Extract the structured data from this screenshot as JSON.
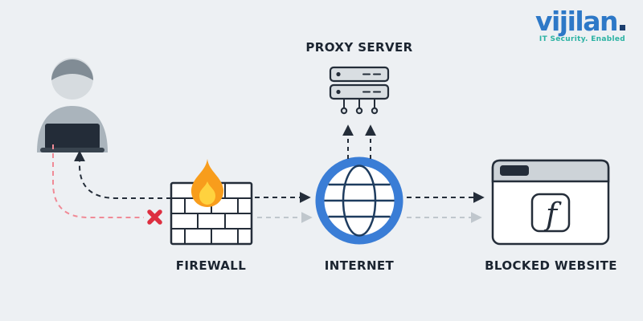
{
  "page": {
    "background": "#edf0f3"
  },
  "logo": {
    "brand": "vijilan",
    "tagline": "IT Security. Enabled"
  },
  "nodes": {
    "user": {
      "name": "user-at-laptop"
    },
    "proxy_server": {
      "label": "PROXY SERVER"
    },
    "firewall": {
      "label": "FIREWALL"
    },
    "internet": {
      "label": "INTERNET"
    },
    "blocked_website": {
      "label": "BLOCKED WEBSITE"
    }
  },
  "edges": [
    {
      "from": "user",
      "to": "firewall",
      "style": "red-dashed",
      "status": "blocked-with-x"
    },
    {
      "from": "firewall",
      "to": "user",
      "style": "black-dashed-arrow"
    },
    {
      "from": "firewall",
      "to": "internet",
      "style": "black-dashed-arrow"
    },
    {
      "from": "internet",
      "to": "proxy_server",
      "style": "black-dashed-double-arrow"
    },
    {
      "from": "internet",
      "to": "blocked_website",
      "style": "black-dashed-arrow"
    },
    {
      "from": "firewall",
      "to": "blocked_website",
      "style": "gray-dashed-arrow"
    }
  ],
  "colors": {
    "background": "#edf0f3",
    "outline_dark": "#242d39",
    "globe_blue": "#3a7dd6",
    "flame_orange": "#f89d1c",
    "flame_yellow": "#ffd23e",
    "blocked_red": "#dd2f40",
    "red_dash": "#f08a96",
    "gray_dash": "#c0c7cd",
    "brand_blue": "#2d78c7",
    "tagline_teal": "#2bb2a3"
  }
}
